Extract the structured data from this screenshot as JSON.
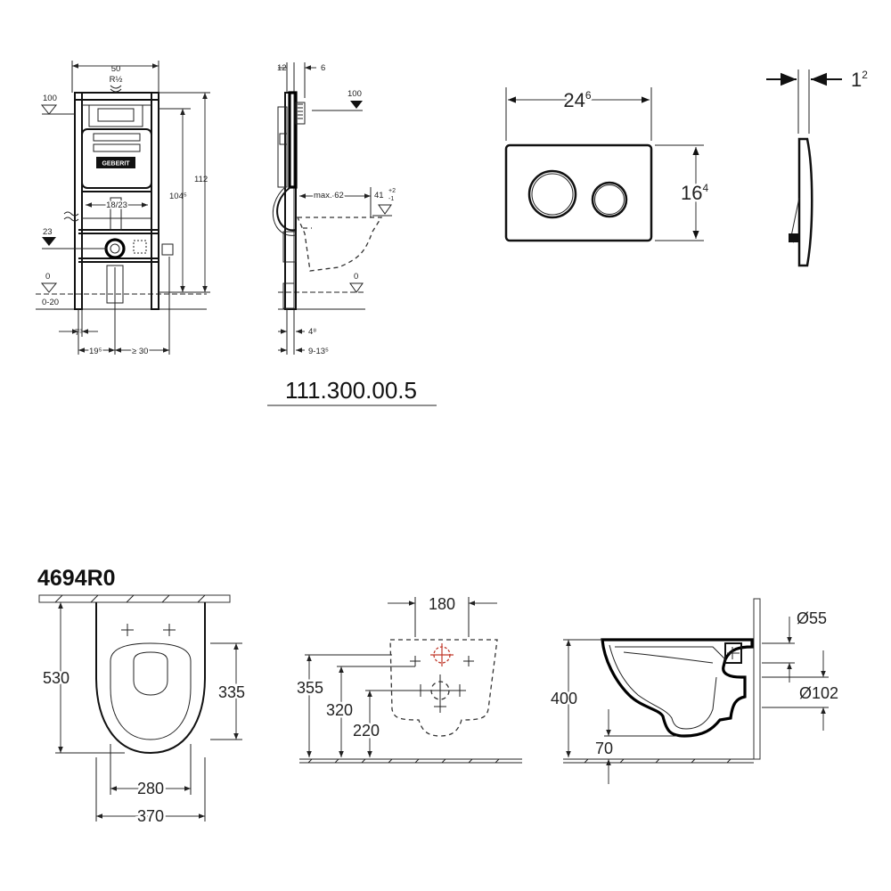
{
  "frame": {
    "width_label": "50",
    "thread_label": "R½",
    "height_total": "112",
    "height_inner": "104⁵",
    "level_top": "100",
    "level_mid": "23",
    "level_zero": "0",
    "level_range": "0-20",
    "pipe_label": "18/23",
    "offset_left": "7³",
    "offset_bottom_left": "19⁵",
    "offset_bottom_right": "≥ 30",
    "brand": "GEBERIT"
  },
  "side": {
    "depth_top_a": "12",
    "depth_top_b": "6",
    "level_top": "100",
    "max_projection": "max. 62",
    "seat_level": "41",
    "tolerance_plus": "+2",
    "tolerance_minus": "-1",
    "level_zero": "0",
    "wall_offset": "4⁸",
    "wall_range": "9-13⁵"
  },
  "article_number": "111.300.00.5",
  "plate": {
    "width_base": "24",
    "width_sup": "6",
    "height_base": "16",
    "height_sup": "4",
    "depth_base": "1",
    "depth_sup": "2"
  },
  "bowl": {
    "model": "4694R0",
    "top": {
      "length": "530",
      "inner_length": "335",
      "inner_width": "280",
      "outer_width": "370"
    },
    "rear": {
      "fixing_spacing": "180",
      "h1": "355",
      "h2": "320",
      "h3": "220"
    },
    "side": {
      "height": "400",
      "offset": "70",
      "outlet_a": "Ø55",
      "outlet_b": "Ø102"
    }
  }
}
